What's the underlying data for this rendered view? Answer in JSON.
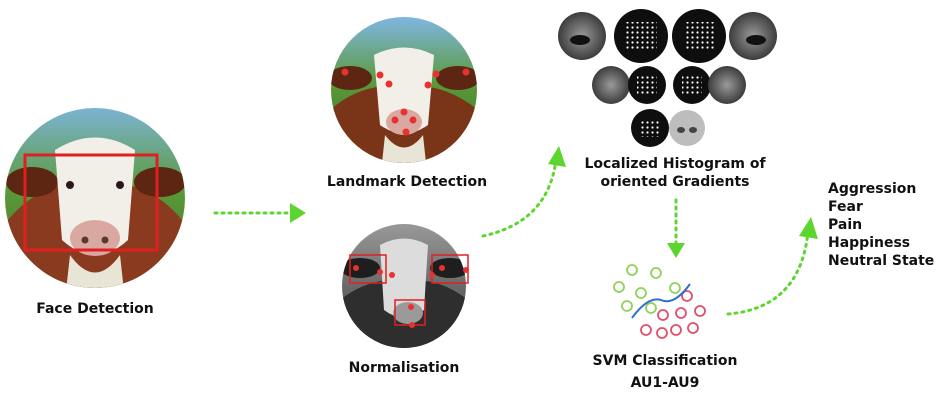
{
  "stages": {
    "face_detection": "Face Detection",
    "landmark_detection": "Landmark Detection",
    "normalisation": "Normalisation",
    "hog_line1": "Localized Histogram of",
    "hog_line2": "oriented Gradients",
    "svm": "SVM Classification",
    "au": "AU1-AU9"
  },
  "emotions": [
    "Aggression",
    "Fear",
    "Pain",
    "Happiness",
    "Neutral State"
  ],
  "colors": {
    "arrow": "#5cd62e",
    "box": "#e02020",
    "landmark": "#e83232",
    "class_a": "#8fd25a",
    "class_b": "#e0506a",
    "boundary": "#2e6fd0"
  },
  "icons": [
    "cow-face-photo",
    "hog-patch",
    "dotted-arrow"
  ]
}
